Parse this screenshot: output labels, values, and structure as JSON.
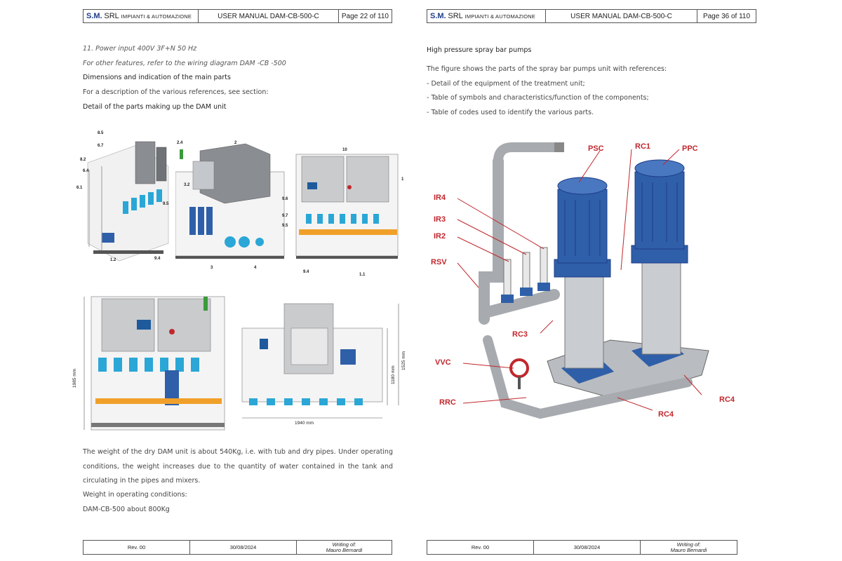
{
  "left_page": {
    "header": {
      "company_sm": "S.M.",
      "company_srl": "SRL",
      "company_sub": "IMPIANTI & AUTOMAZIONE",
      "manual": "USER MANUAL  DAM-CB-500-C",
      "page": "Page 22  of 110"
    },
    "lines": [
      "11.  Power input 400V 3F+N 50 Hz",
      "For other features, refer to the wiring diagram DAM -CB -500",
      "Dimensions and indication of the main parts",
      "For a description of the various references, see section:",
      "Detail of the parts making up the DAM unit"
    ],
    "figure_labels": {
      "a": [
        "8.5",
        "6.7",
        "8.2",
        "6.4",
        "6.1",
        "9.5",
        "1.2",
        "9.4"
      ],
      "b": [
        "2.4",
        "2",
        "3.2",
        "3",
        "4"
      ],
      "c": [
        "10",
        "1",
        "9.6",
        "9.7",
        "9.5",
        "9.4",
        "1.1"
      ]
    },
    "dimensions": {
      "height_a": "1985 mm",
      "height_b": "1525 mm",
      "height_c": "1180 mm",
      "width": "1940 mm"
    },
    "paragraph": "The weight of the dry DAM unit is about 540Kg, i.e. with tub and dry pipes. Under operating conditions, the weight increases due to the quantity of water contained in the tank and circulating in the pipes and mixers.",
    "weight_title": "Weight in operating conditions:",
    "weight_value": "DAM-CB-500 about 800Kg",
    "footer": {
      "rev": "Rev. 00",
      "date": "30/08/2024",
      "writing": "Writing of:",
      "author": "Mauro Bernardi"
    }
  },
  "right_page": {
    "header": {
      "company_sm": "S.M.",
      "company_srl": "SRL",
      "company_sub": "IMPIANTI & AUTOMAZIONE",
      "manual": "USER MANUAL  DAM-CB-500-C",
      "page": "Page 36  of 110"
    },
    "title": "High pressure spray bar pumps",
    "lines": [
      "The figure shows the parts of the spray bar pumps unit with references:",
      "- Detail of the equipment of the treatment unit;",
      "- Table of symbols and characteristics/function of the components;",
      "- Table of codes used to identify the various parts."
    ],
    "labels": [
      "PSC",
      "RC1",
      "PPC",
      "IR4",
      "IR3",
      "IR2",
      "RSV",
      "RC3",
      "VVC",
      "RRC",
      "RC4",
      "RC4"
    ],
    "footer": {
      "rev": "Rev. 00",
      "date": "30/08/2024",
      "writing": "Writing of:",
      "author": "Mauro Bernardi"
    }
  },
  "colors": {
    "brand": "#1f3d8a",
    "label_red": "#c1272d",
    "pump_blue": "#2f5fa8",
    "accent_orange": "#f0a02a",
    "accent_cyan": "#2aa7d6"
  }
}
